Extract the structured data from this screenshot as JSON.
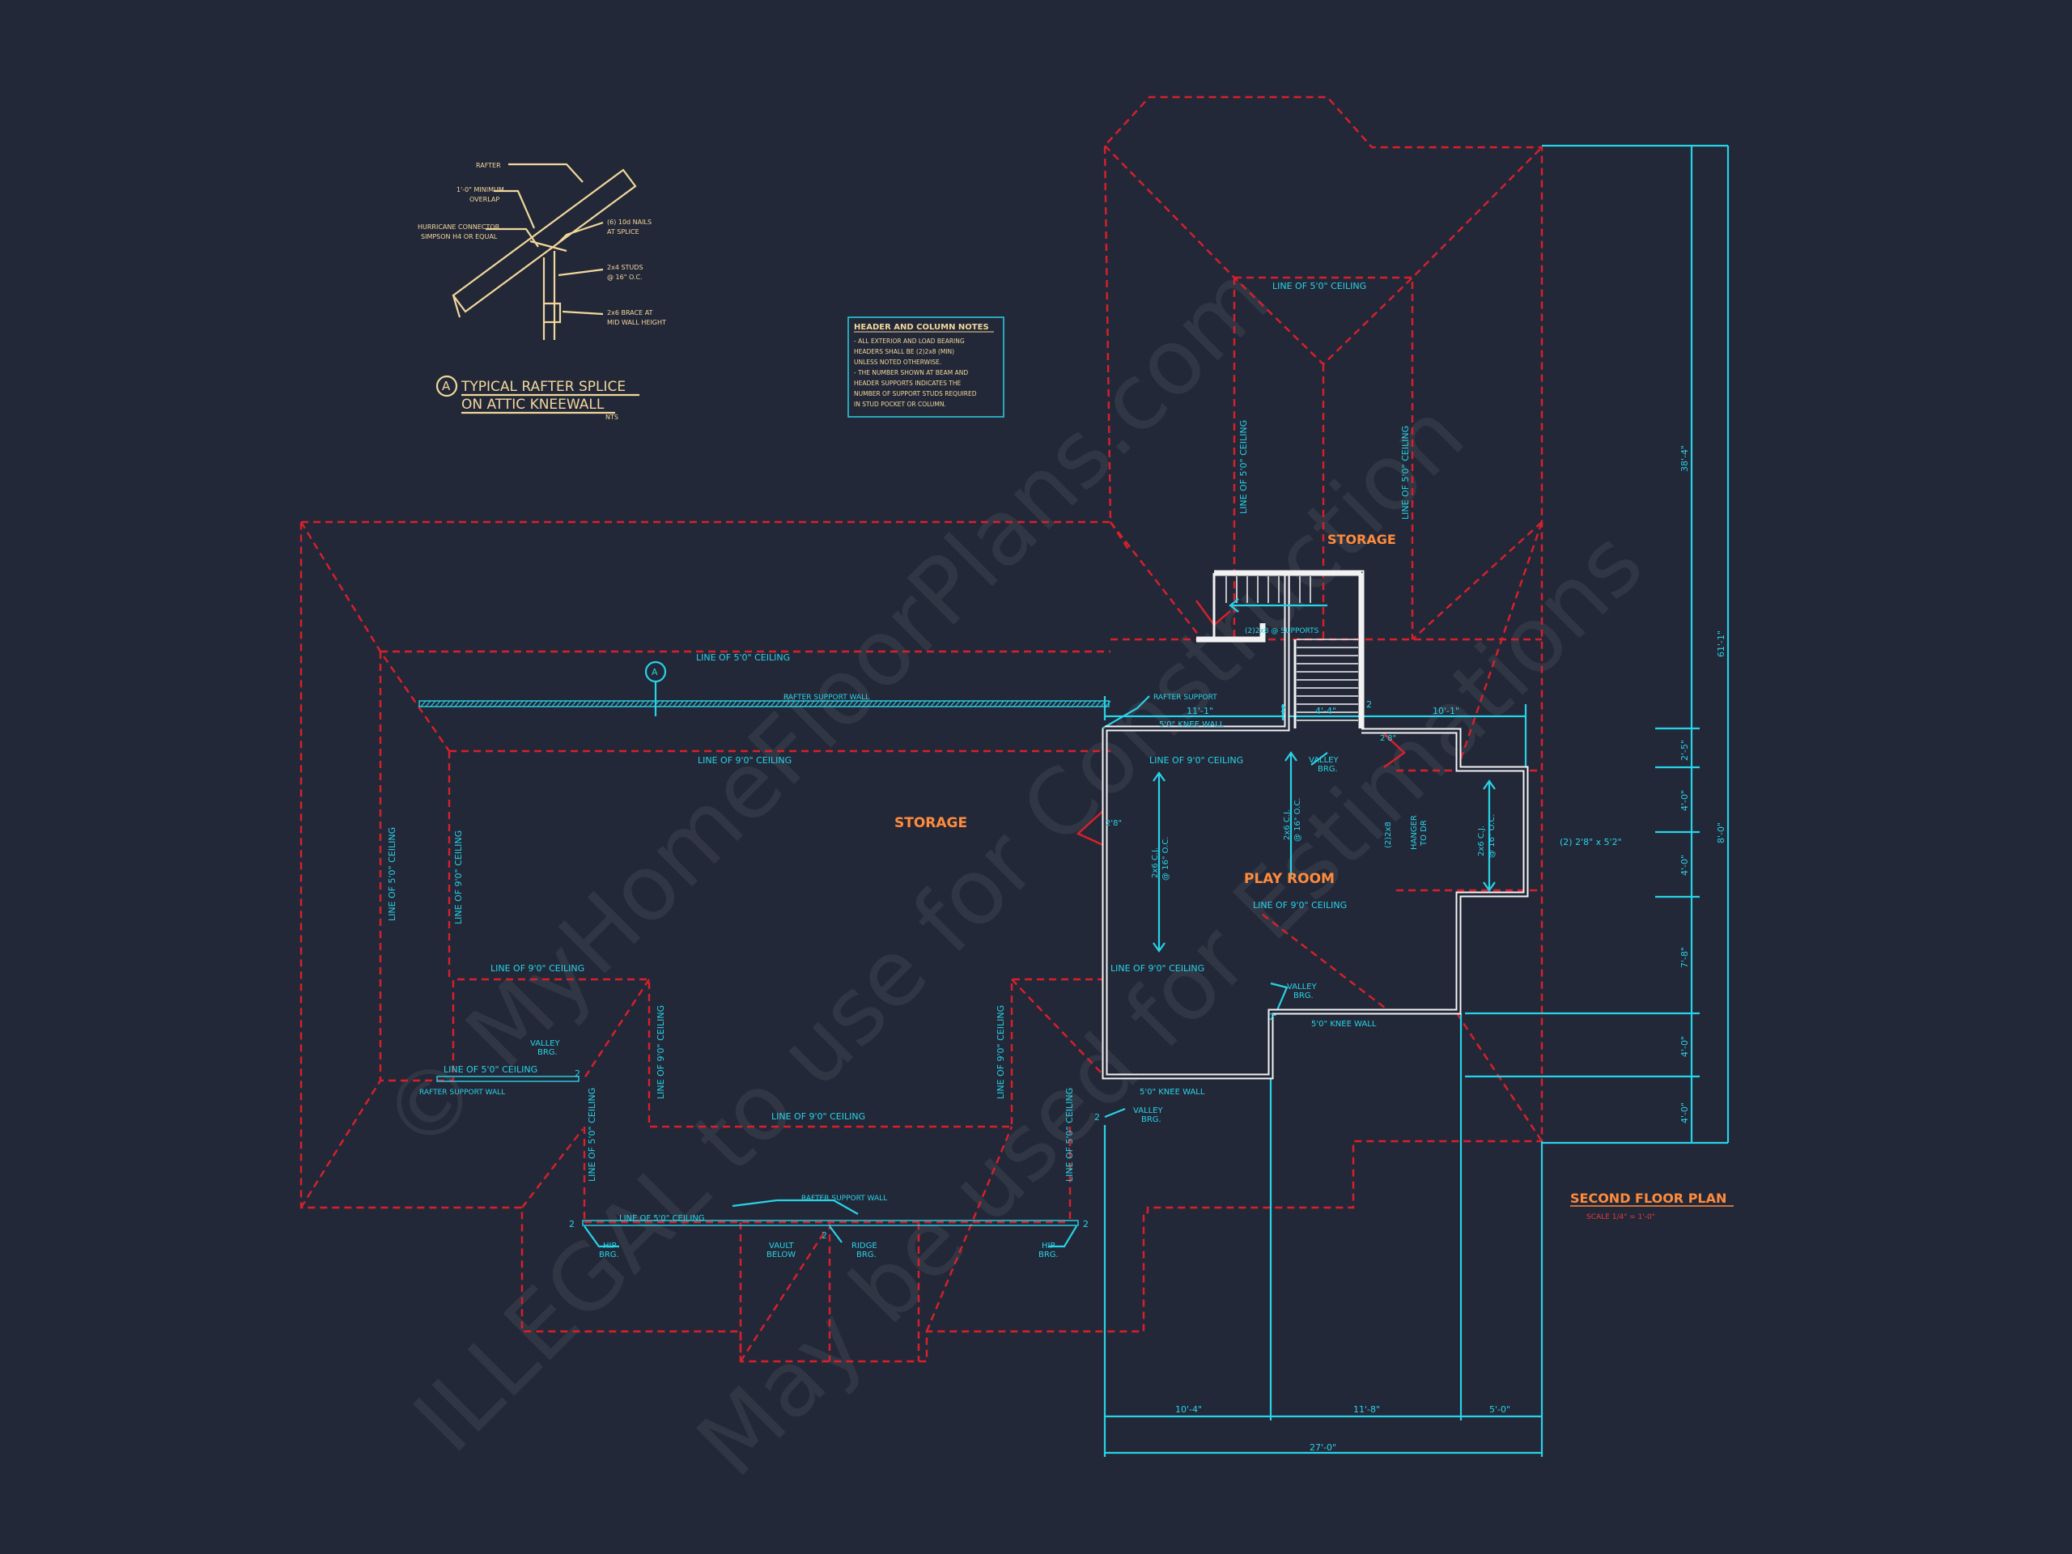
{
  "watermark": {
    "line1": "© MyHomeFloorPlans.com",
    "line2": "ILLEGAL to use for Construction",
    "line3": "May be used for Estimations"
  },
  "detail": {
    "marker": "A",
    "title_line1": "TYPICAL RAFTER SPLICE",
    "title_line2": "ON ATTIC KNEEWALL",
    "scale": "NTS",
    "labels": {
      "rafter": "RAFTER",
      "overlap1": "1'-0\" MINIMUM",
      "overlap2": "OVERLAP",
      "hurricane1": "HURRICANE CONNECTOR",
      "hurricane2": "SIMPSON H4 OR EQUAL",
      "nails1": "(6) 10d NAILS",
      "nails2": "AT SPLICE",
      "studs1": "2x4 STUDS",
      "studs2": "@ 16\" O.C.",
      "brace1": "2x6 BRACE AT",
      "brace2": "MID WALL HEIGHT"
    }
  },
  "notes": {
    "title": "HEADER AND COLUMN NOTES",
    "lines": [
      "- ALL EXTERIOR AND LOAD BEARING",
      "HEADERS SHALL BE (2)2x8 (MIN)",
      "UNLESS NOTED OTHERWISE.",
      "- THE NUMBER SHOWN AT BEAM AND",
      "HEADER SUPPORTS INDICATES THE",
      "NUMBER OF SUPPORT STUDS REQUIRED",
      "IN STUD POCKET OR COLUMN."
    ]
  },
  "rooms": {
    "storage_main": "STORAGE",
    "storage_upper": "STORAGE",
    "play_room": "PLAY ROOM"
  },
  "plan_title": {
    "title": "SECOND FLOOR PLAN",
    "scale": "SCALE 1/4\" = 1'-0\""
  },
  "labels": {
    "line5_top": "LINE OF 5'0\" CEILING",
    "line5_upper": "LINE OF 5'0\" CEILING",
    "line5_upper_left": "LINE OF 5'0\" CEILING",
    "line5_upper_right": "LINE OF 5'0\" CEILING",
    "line9_storage": "LINE OF 9'0\" CEILING",
    "line9_playroom_top": "LINE OF 9'0\" CEILING",
    "line9_playroom_bottom": "LINE OF 9'0\" CEILING",
    "line9_mid": "LINE OF 9'0\" CEILING",
    "line9_left_wing": "LINE OF 9'0\" CEILING",
    "line9_left_vert": "LINE OF 9'0\" CEILING",
    "line5_left_vert": "LINE OF 5'0\" CEILING",
    "line9_lower": "LINE OF 9'0\" CEILING",
    "line9_lower_left_vert": "LINE OF 9'0\" CEILING",
    "line9_lower_right_vert": "LINE OF 9'0\" CEILING",
    "line5_bottom_left": "LINE OF 5'0\" CEILING",
    "line5_lower_left_vert": "LINE OF 5'0\" CEILING",
    "line5_lower_right_vert": "LINE OF 5'0\" CEILING",
    "line5_bottom": "LINE OF 5'0\" CEILING",
    "rafter_support_wall_top": "RAFTER SUPPORT WALL",
    "rafter_support": "RAFTER SUPPORT",
    "rafter_support_wall_left": "RAFTER SUPPORT WALL",
    "rafter_support_wall_bottom": "RAFTER SUPPORT WALL",
    "knee_wall_top": "5'0\" KNEE WALL",
    "knee_wall_mid": "5'0\" KNEE WALL",
    "knee_wall_bottom": "5'0\" KNEE WALL",
    "valley_brg_1a": "VALLEY",
    "valley_brg_1b": "BRG.",
    "valley_brg_2a": "VALLEY",
    "valley_brg_2b": "BRG.",
    "valley_brg_3a": "VALLEY",
    "valley_brg_3b": "BRG.",
    "valley_brg_4a": "VALLEY",
    "valley_brg_4b": "BRG.",
    "hip_brg_left_a": "HIP",
    "hip_brg_left_b": "BRG.",
    "hip_brg_right_a": "HIP",
    "hip_brg_right_b": "BRG.",
    "ridge_brg_a": "RIDGE",
    "ridge_brg_b": "BRG.",
    "vault_a": "VAULT",
    "vault_b": "BELOW",
    "joist1a": "2x6 C.J.",
    "joist1b": "@ 16\" O.C.",
    "joist2a": "2x6 C.J.",
    "joist2b": "@ 16\" O.C.",
    "joist3a": "2x6 C.J.",
    "joist3b": "@ 16\" O.C.",
    "header_2x8": "(2)2x8",
    "hanger1": "HANGER",
    "hanger2": "TO DR",
    "window": "(2) 2'8\" x 5'2\"",
    "stairs": "(2)2x8 @ SUPPORTS",
    "door1": "2'8\"",
    "door2": "2'8\"",
    "n2a": "2",
    "n2b": "2",
    "n2c": "2",
    "n2d": "2",
    "n2e": "2",
    "n2f": "2",
    "n2g": "2",
    "n2h": "2",
    "detail_tag": "A"
  },
  "dimensions": {
    "top_11_1": "11'-1\"",
    "top_4_4": "4'-4\"",
    "top_10_1": "10'-1\"",
    "bot_10_4": "10'-4\"",
    "bot_11_8": "11'-8\"",
    "bot_5_0": "5'-0\"",
    "bot_total": "27'-0\"",
    "right_2_5": "2'-5\"",
    "right_4_0a": "4'-0\"",
    "right_4_0b": "4'-0\"",
    "right_8_0": "8'-0\"",
    "right_7_8": "7'-8\"",
    "right_4_0c": "4'-0\"",
    "right_4_0d": "4'-0\"",
    "right_38_4": "38'-4\"",
    "right_total": "61'-1\""
  }
}
